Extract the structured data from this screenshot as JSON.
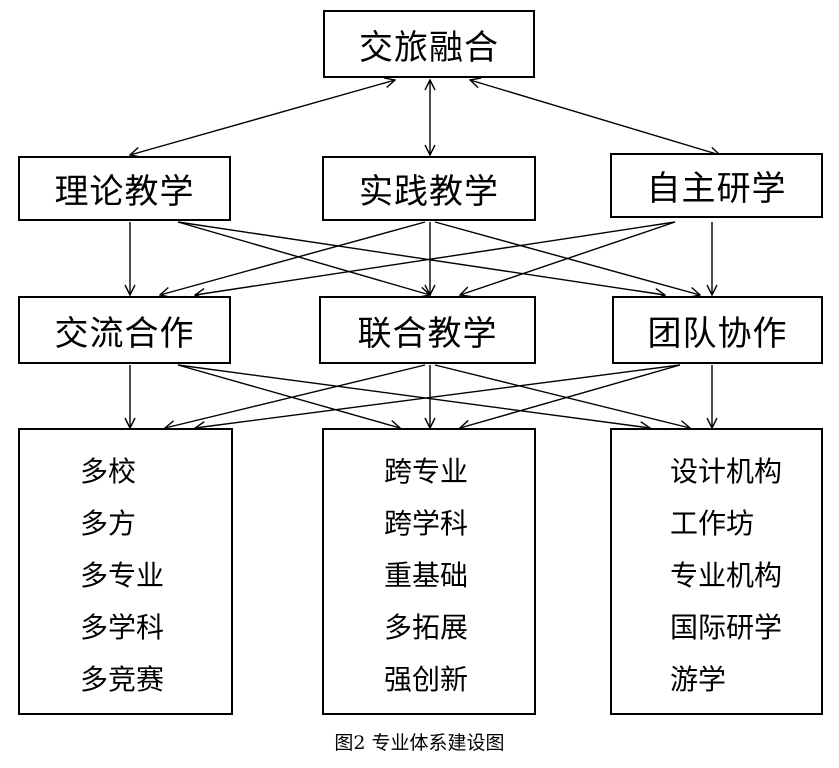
{
  "top": {
    "label": "交旅融合"
  },
  "level2": [
    {
      "label": "理论教学"
    },
    {
      "label": "实践教学"
    },
    {
      "label": "自主研学"
    }
  ],
  "level3": [
    {
      "label": "交流合作"
    },
    {
      "label": "联合教学"
    },
    {
      "label": "团队协作"
    }
  ],
  "level4": [
    {
      "items": [
        "多校",
        "多方",
        "多专业",
        "多学科",
        "多竞赛"
      ]
    },
    {
      "items": [
        "跨专业",
        "跨学科",
        "重基础",
        "多拓展",
        "强创新"
      ]
    },
    {
      "items": [
        "设计机构",
        "工作坊",
        "专业机构",
        "国际研学",
        "游学"
      ]
    }
  ],
  "caption": "图2 专业体系建设图"
}
